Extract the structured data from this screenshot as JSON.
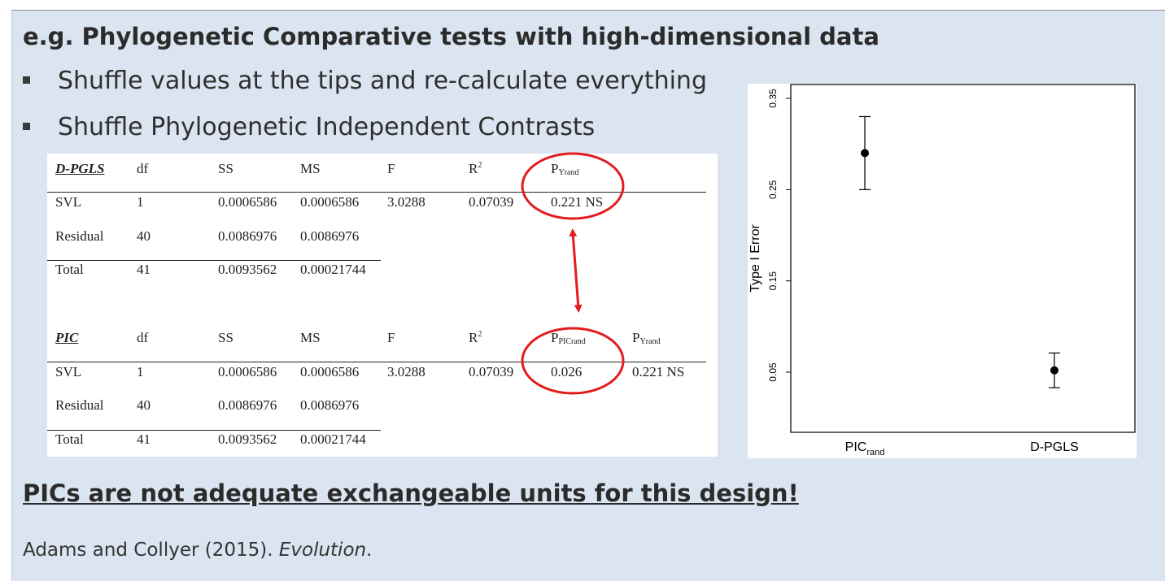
{
  "slide": {
    "title": "e.g. Phylogenetic Comparative tests with high-dimensional data",
    "bullets": [
      "Shuffle values at the tips and re-calculate everything",
      "Shuffle Phylogenetic Independent Contrasts"
    ],
    "conclusion": "PICs are not adequate exchangeable units for this design!",
    "citation": {
      "authors": "Adams and Collyer (2015). ",
      "journal": "Evolution",
      "end": "."
    }
  },
  "tables": [
    {
      "name": "D-PGLS",
      "headers": {
        "df": "df",
        "ss": "SS",
        "ms": "MS",
        "f": "F",
        "r_base": "R",
        "r_sup": "2",
        "p_base": "P",
        "p_sub": "Yrand"
      },
      "rows": [
        {
          "label": "SVL",
          "df": "1",
          "ss": "0.0006586",
          "ms": "0.0006586",
          "f": "3.0288",
          "r2": "0.07039",
          "p": "0.221 NS"
        },
        {
          "label": "Residual",
          "df": "40",
          "ss": "0.0086976",
          "ms": "0.0086976"
        },
        {
          "label": "Total",
          "df": "41",
          "ss": "0.0093562",
          "ms": "0.00021744"
        }
      ]
    },
    {
      "name": "PIC",
      "headers": {
        "df": "df",
        "ss": "SS",
        "ms": "MS",
        "f": "F",
        "r_base": "R",
        "r_sup": "2",
        "p_base": "P",
        "p_sub": "PICrand",
        "p2_base": "P",
        "p2_sub": "Yrand"
      },
      "rows": [
        {
          "label": "SVL",
          "df": "1",
          "ss": "0.0006586",
          "ms": "0.0006586",
          "f": "3.0288",
          "r2": "0.07039",
          "p": "0.026",
          "p2": "0.221 NS"
        },
        {
          "label": "Residual",
          "df": "40",
          "ss": "0.0086976",
          "ms": "0.0086976"
        },
        {
          "label": "Total",
          "df": "41",
          "ss": "0.0093562",
          "ms": "0.00021744"
        }
      ]
    }
  ],
  "highlight_color": "#e31b1b",
  "chart_data": {
    "type": "scatter",
    "ylabel": "Type I Error",
    "ylim": [
      0.0,
      0.35
    ],
    "yticks": [
      "0.05",
      "0.15",
      "0.25",
      "0.35"
    ],
    "ytick_values": [
      0.05,
      0.15,
      0.25,
      0.35
    ],
    "categories": [
      {
        "base": "PIC",
        "sub": "rand"
      },
      {
        "base": "D-PGLS",
        "sub": ""
      }
    ],
    "points": [
      {
        "y": 0.29,
        "lower": 0.25,
        "upper": 0.33
      },
      {
        "y": 0.052,
        "lower": 0.033,
        "upper": 0.071
      }
    ]
  }
}
